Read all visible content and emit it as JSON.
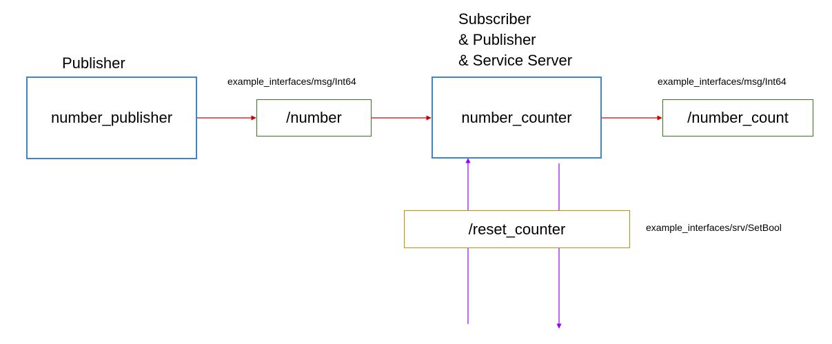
{
  "colors": {
    "node_border": "#3d85c6",
    "topic_border": "#38761d",
    "service_border": "#bf9000",
    "topic_arrow": "#cc0000",
    "service_arrow": "#9900ff"
  },
  "nodes": {
    "publisher": {
      "role": "Publisher",
      "name": "number_publisher"
    },
    "counter": {
      "role_lines": [
        "Subscriber",
        "& Publisher",
        "& Service Server"
      ],
      "name": "number_counter"
    }
  },
  "topics": {
    "number": {
      "name": "/number",
      "type": "example_interfaces/msg/Int64"
    },
    "number_count": {
      "name": "/number_count",
      "type": "example_interfaces/msg/Int64"
    }
  },
  "service": {
    "name": "/reset_counter",
    "type": "example_interfaces/srv/SetBool"
  }
}
